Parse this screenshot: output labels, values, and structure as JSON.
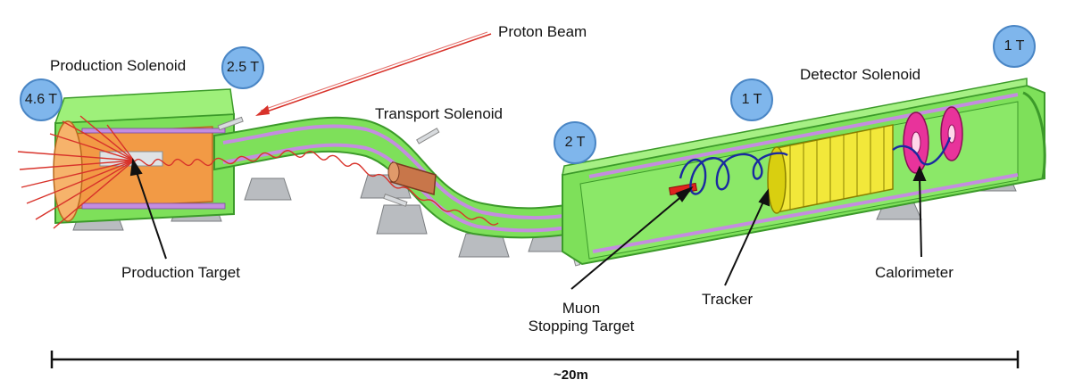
{
  "labels": {
    "proton_beam": "Proton Beam",
    "production_solenoid": "Production Solenoid",
    "transport_solenoid": "Transport Solenoid",
    "detector_solenoid": "Detector Solenoid",
    "production_target": "Production Target",
    "muon_stopping_target_line1": "Muon",
    "muon_stopping_target_line2": "Stopping Target",
    "tracker": "Tracker",
    "calorimeter": "Calorimeter"
  },
  "field_badges": {
    "production_high": "4.6 T",
    "production_low": "2.5 T",
    "transport_end": "2 T",
    "detector_mid": "1 T",
    "detector_end": "1 T"
  },
  "scale_bar": {
    "label": "~20m"
  },
  "colors": {
    "solenoid_green": "#7ee05a",
    "solenoid_dark_green": "#3c9a2a",
    "production_orange": "#f29a45",
    "tracker_yellow": "#f2e83a",
    "calorimeter_pink": "#e8339b",
    "field_badge_blue": "#7fb6ec",
    "beam_red": "#d8322a",
    "helix_blue": "#1a2aa0"
  }
}
